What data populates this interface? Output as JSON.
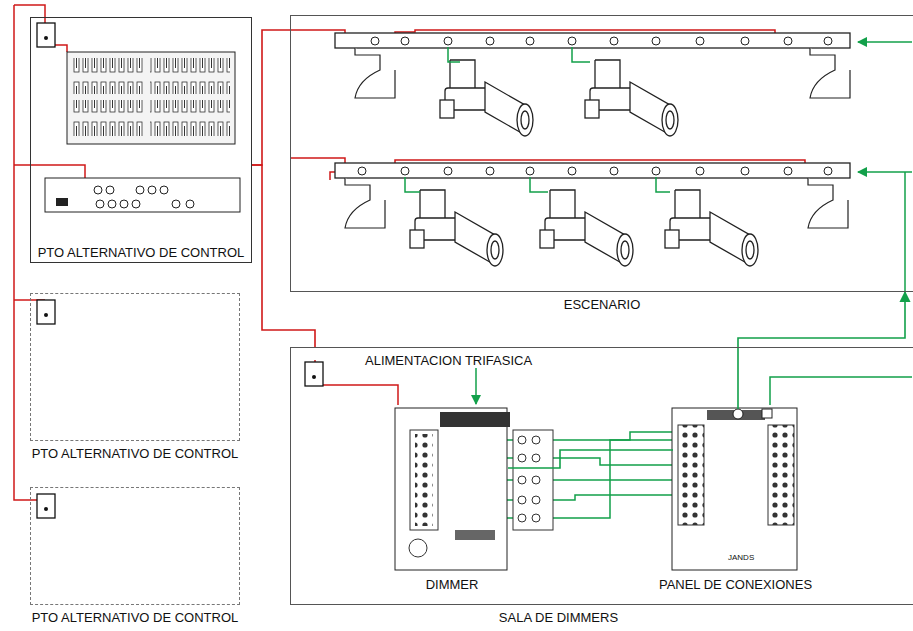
{
  "diagram": {
    "nodes": [
      {
        "text": [
          "PTO ALTERNATIVO DE CONTROL"
        ]
      },
      {
        "text": [
          "PTO ALTERNATIVO DE CONTROL"
        ]
      },
      {
        "text": [
          "PTO ALTERNATIVO DE CONTROL"
        ]
      },
      {
        "text": [
          "ESCENARIO"
        ]
      },
      {
        "text": [
          "SALA DE DIMMERS"
        ]
      },
      {
        "text": [
          "DIMMER"
        ],
        "in": 4
      },
      {
        "text": [
          "PANEL DE CONEXIONES"
        ],
        "in": 4
      }
    ],
    "edges": [
      {
        "from": 0,
        "to": 3,
        "arrow": "none"
      },
      {
        "from": 0,
        "to": 4,
        "arrow": "none"
      },
      {
        "from": 5,
        "to": 6,
        "arrow": "none"
      },
      {
        "from": 6,
        "to": 3,
        "arrow": "to"
      }
    ],
    "labels": [
      "ALIMENTACION TRIFASICA",
      "JANDS"
    ]
  }
}
